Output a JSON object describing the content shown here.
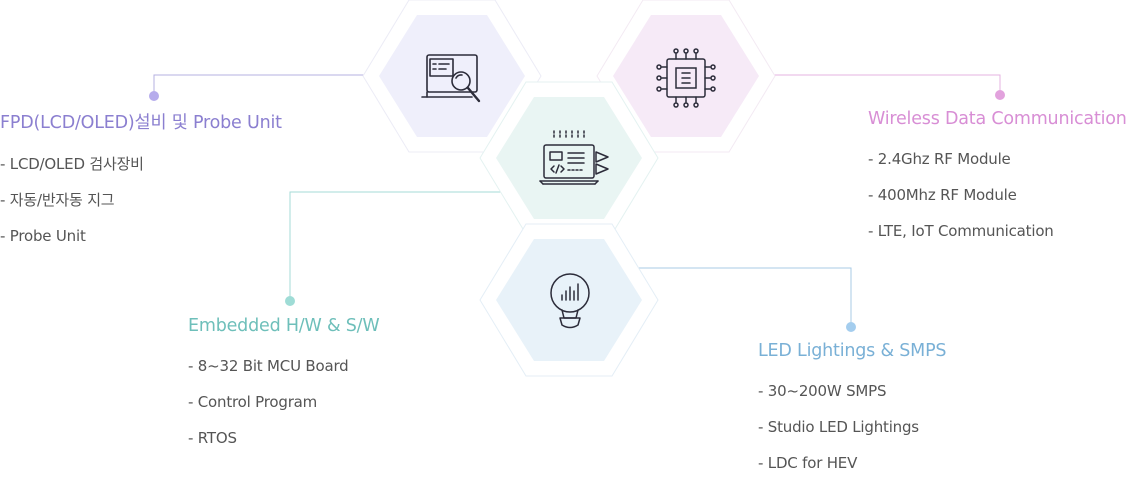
{
  "colors": {
    "purple": "#8b7fd0",
    "pink": "#d88ed5",
    "teal": "#6ebfba",
    "blue": "#79b0d6"
  },
  "icons": {
    "top_left": "monitor-magnifier-icon",
    "top_right": "microchip-icon",
    "center": "laptop-code-icon",
    "bottom": "led-bulb-icon"
  },
  "sections": {
    "fpd": {
      "title": "FPD(LCD/OLED)설비 및 Probe Unit",
      "items": [
        "LCD/OLED 검사장비",
        "자동/반자동 지그",
        "Probe Unit"
      ]
    },
    "wireless": {
      "title": "Wireless Data Communication",
      "items": [
        "2.4Ghz RF Module",
        "400Mhz RF Module",
        "LTE, IoT Communication"
      ]
    },
    "embedded": {
      "title": "Embedded H/W & S/W",
      "items": [
        "8~32 Bit MCU Board",
        "Control Program",
        "RTOS"
      ]
    },
    "led": {
      "title": "LED Lightings & SMPS",
      "items": [
        "30~200W SMPS",
        "Studio LED Lightings",
        "LDC for HEV"
      ]
    }
  }
}
